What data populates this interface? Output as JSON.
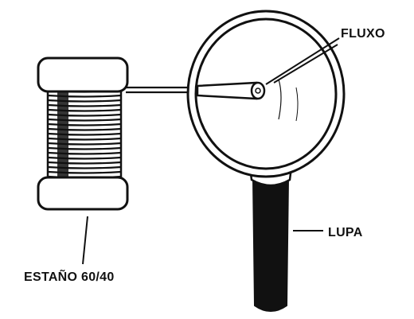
{
  "labels": {
    "flux": "FLUXO",
    "magnifier": "LUPA",
    "solder": "ESTAÑO 60/40"
  },
  "colors": {
    "ink": "#111111",
    "paper": "#ffffff"
  }
}
